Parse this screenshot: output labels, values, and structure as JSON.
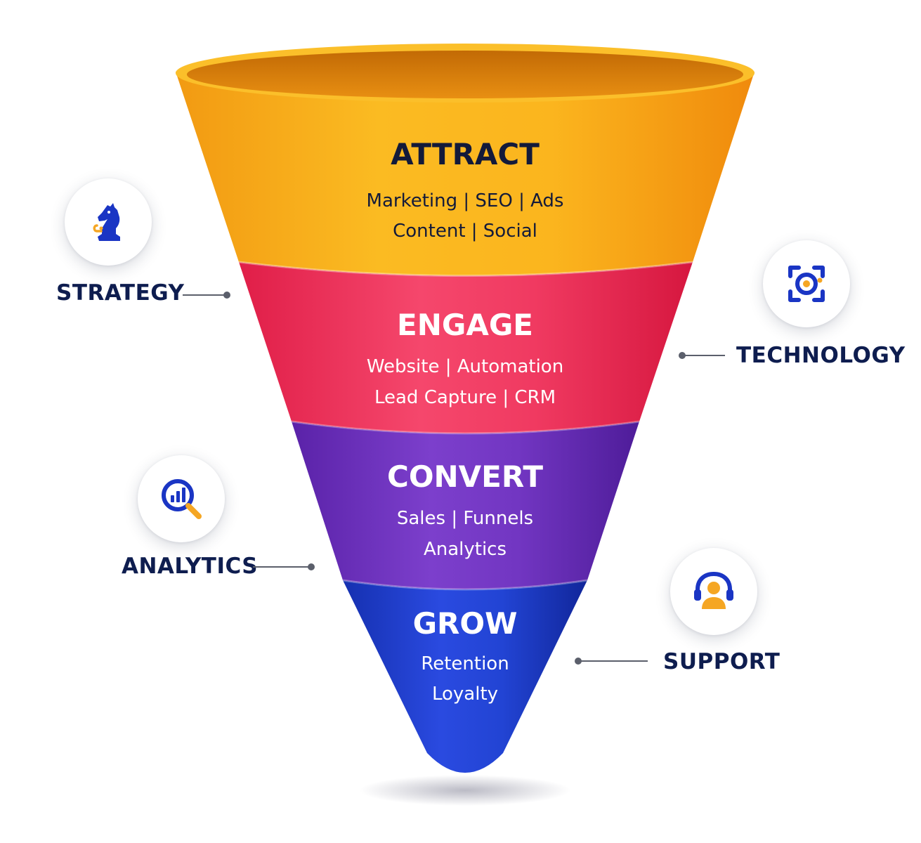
{
  "stages": [
    {
      "title": "ATTRACT",
      "lines": [
        "Marketing | SEO | Ads",
        "Content | Social"
      ]
    },
    {
      "title": "ENGAGE",
      "lines": [
        "Website | Automation",
        "Lead Capture | CRM"
      ]
    },
    {
      "title": "CONVERT",
      "lines": [
        "Sales | Funnels",
        "Analytics"
      ]
    },
    {
      "title": "GROW",
      "lines": [
        "Retention",
        "Loyalty"
      ]
    }
  ],
  "side_labels": {
    "strategy": "STRATEGY",
    "technology": "TECHNOLOGY",
    "analytics": "ANALYTICS",
    "support": "SUPPORT"
  },
  "icons": {
    "strategy": "chess-knight-icon",
    "technology": "integration-gear-icon",
    "analytics": "magnifier-chart-icon",
    "support": "headset-agent-icon"
  },
  "colors": {
    "attract": "#f7a818",
    "engage": "#ee2d58",
    "convert": "#6a2fb8",
    "grow": "#1b39c2",
    "label_text": "#0e1d4f",
    "icon_primary": "#1a35c4",
    "icon_accent": "#f5a623"
  }
}
